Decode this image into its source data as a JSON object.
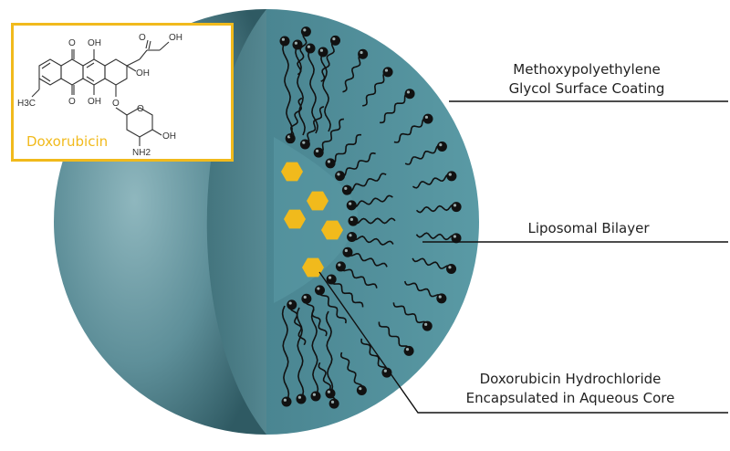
{
  "labels": {
    "coating_line1": "Methoxypolyethylene",
    "coating_line2": "Glycol Surface Coating",
    "bilayer": "Liposomal Bilayer",
    "core_line1": "Doxorubicin Hydrochloride",
    "core_line2": "Encapsulated in Aqueous Core"
  },
  "inset": {
    "name": "Doxorubicin",
    "atoms": {
      "o": "O",
      "oh": "OH",
      "h3c": "H3C",
      "nh2": "NH2"
    }
  },
  "colors": {
    "sphere": "#5e8f99",
    "cut_face": "#4e8a96",
    "accent": "#f1ba1c",
    "lipid": "#111111"
  }
}
